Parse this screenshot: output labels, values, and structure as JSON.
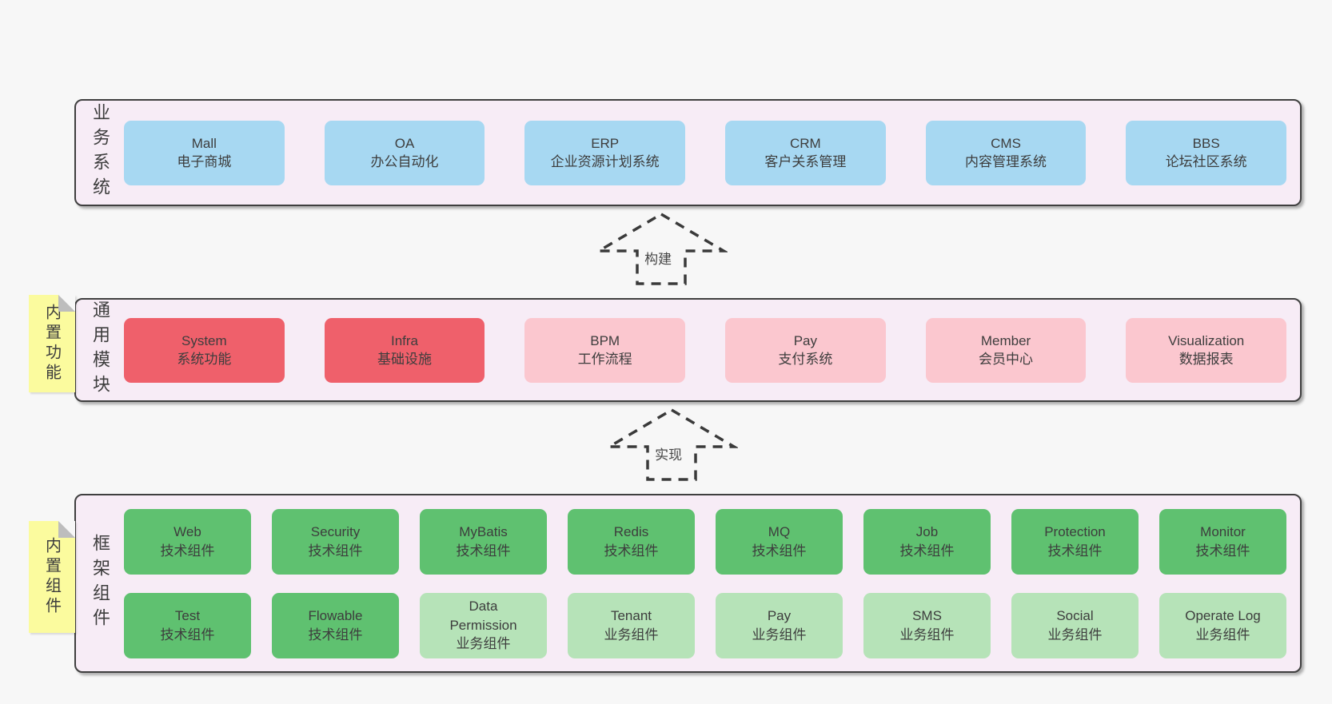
{
  "colors": {
    "page-bg": "#f7f7f7",
    "band-bg": "#f7ecf6",
    "band-border": "#3f3f3f",
    "box-blue": "#a7d8f2",
    "box-red": "#ef606b",
    "box-pink": "#fbc7cf",
    "box-green": "#5fc170",
    "box-green-light": "#b6e3b8",
    "sticky-yellow": "#fbfb9e",
    "sticky-fold": "#bdbdbd",
    "text": "#3d3d3d",
    "arrow": "#3a3a3a"
  },
  "bands": [
    {
      "label": "业务系统",
      "items": [
        {
          "en": "Mall",
          "zh": "电子商城"
        },
        {
          "en": "OA",
          "zh": "办公自动化"
        },
        {
          "en": "ERP",
          "zh": "企业资源计划系统"
        },
        {
          "en": "CRM",
          "zh": "客户关系管理"
        },
        {
          "en": "CMS",
          "zh": "内容管理系统"
        },
        {
          "en": "BBS",
          "zh": "论坛社区系统"
        }
      ]
    },
    {
      "label": "通用模块",
      "sticky": "内置功能",
      "items": [
        {
          "en": "System",
          "zh": "系统功能"
        },
        {
          "en": "Infra",
          "zh": "基础设施"
        },
        {
          "en": "BPM",
          "zh": "工作流程"
        },
        {
          "en": "Pay",
          "zh": "支付系统"
        },
        {
          "en": "Member",
          "zh": "会员中心"
        },
        {
          "en": "Visualization",
          "zh": "数据报表"
        }
      ]
    },
    {
      "label": "框架组件",
      "sticky": "内置组件",
      "items": [
        {
          "en": "Web",
          "zh": "技术组件"
        },
        {
          "en": "Security",
          "zh": "技术组件"
        },
        {
          "en": "MyBatis",
          "zh": "技术组件"
        },
        {
          "en": "Redis",
          "zh": "技术组件"
        },
        {
          "en": "MQ",
          "zh": "技术组件"
        },
        {
          "en": "Job",
          "zh": "技术组件"
        },
        {
          "en": "Protection",
          "zh": "技术组件"
        },
        {
          "en": "Monitor",
          "zh": "技术组件"
        },
        {
          "en": "Test",
          "zh": "技术组件"
        },
        {
          "en": "Flowable",
          "zh": "技术组件"
        },
        {
          "en": "Data\nPermission",
          "zh": "业务组件"
        },
        {
          "en": "Tenant",
          "zh": "业务组件"
        },
        {
          "en": "Pay",
          "zh": "业务组件"
        },
        {
          "en": "SMS",
          "zh": "业务组件"
        },
        {
          "en": "Social",
          "zh": "业务组件"
        },
        {
          "en": "Operate Log",
          "zh": "业务组件"
        }
      ]
    }
  ],
  "arrows": [
    {
      "label": "构建"
    },
    {
      "label": "实现"
    }
  ]
}
